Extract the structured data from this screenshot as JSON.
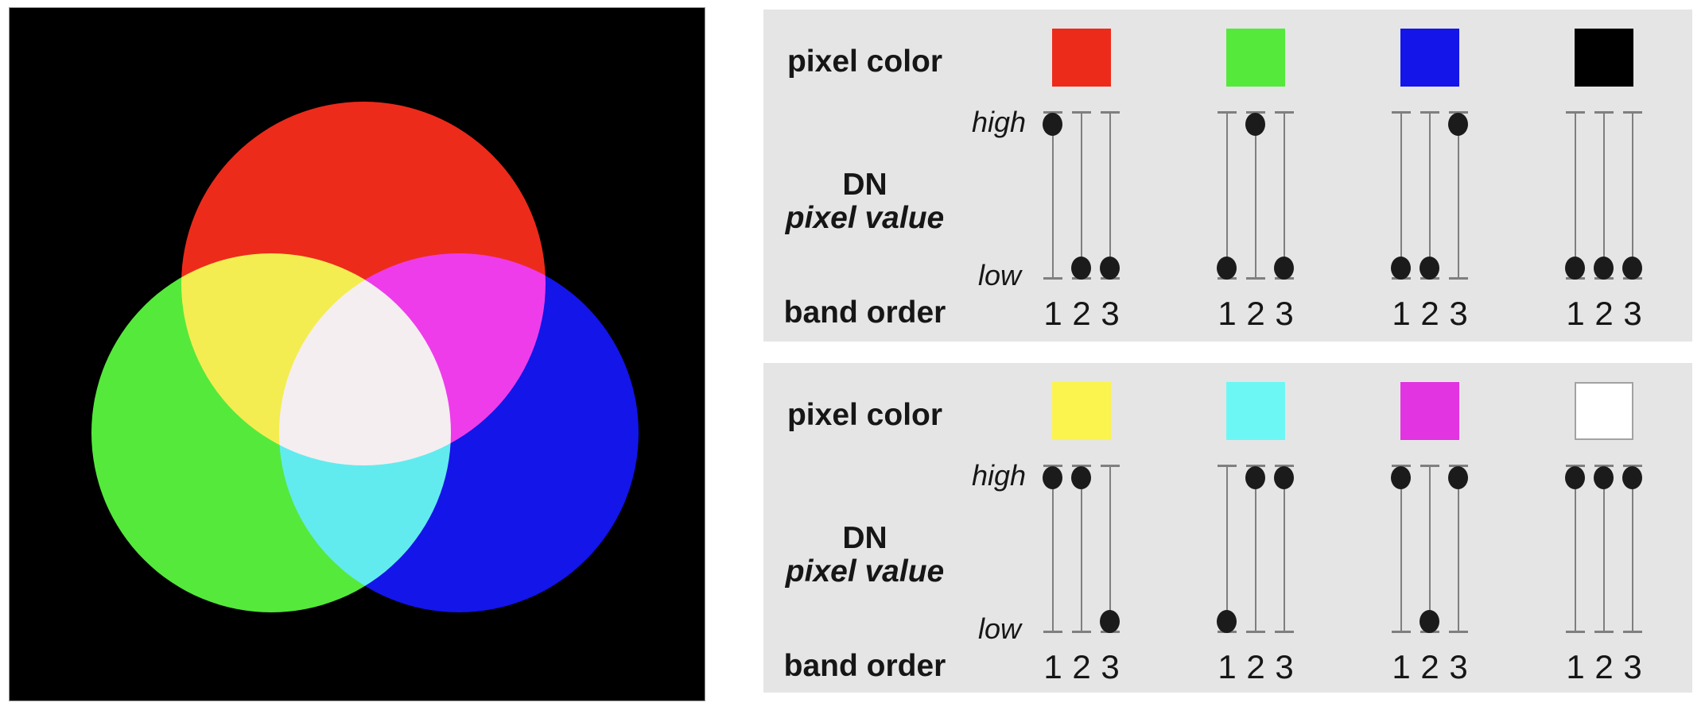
{
  "figure": {
    "background": "#ffffff",
    "panel_background": "#e5e5e5",
    "line_color": "#7f7f7f",
    "dot_color": "#1b1b1b"
  },
  "venn": {
    "background": "#000000",
    "red": "#ed2b1b",
    "green": "#55e93c",
    "blue": "#1315e9"
  },
  "panels": [
    {
      "name": "primary-colors",
      "labels": {
        "pixel_color": "pixel color",
        "high": "high",
        "dn": "DN",
        "pixel_value": "pixel value",
        "low": "low",
        "band_order": "band order"
      },
      "columns": [
        {
          "color_name": "red",
          "color": "#ed2b1b",
          "bands": [
            {
              "order": "1",
              "level": "high"
            },
            {
              "order": "2",
              "level": "low"
            },
            {
              "order": "3",
              "level": "low"
            }
          ]
        },
        {
          "color_name": "green",
          "color": "#55e93c",
          "bands": [
            {
              "order": "1",
              "level": "low"
            },
            {
              "order": "2",
              "level": "high"
            },
            {
              "order": "3",
              "level": "low"
            }
          ]
        },
        {
          "color_name": "blue",
          "color": "#1315e9",
          "bands": [
            {
              "order": "1",
              "level": "low"
            },
            {
              "order": "2",
              "level": "low"
            },
            {
              "order": "3",
              "level": "high"
            }
          ]
        },
        {
          "color_name": "black",
          "color": "#000000",
          "bands": [
            {
              "order": "1",
              "level": "low"
            },
            {
              "order": "2",
              "level": "low"
            },
            {
              "order": "3",
              "level": "low"
            }
          ]
        }
      ]
    },
    {
      "name": "secondary-colors",
      "labels": {
        "pixel_color": "pixel color",
        "high": "high",
        "dn": "DN",
        "pixel_value": "pixel value",
        "low": "low",
        "band_order": "band order"
      },
      "columns": [
        {
          "color_name": "yellow",
          "color": "#fbf44e",
          "bands": [
            {
              "order": "1",
              "level": "high"
            },
            {
              "order": "2",
              "level": "high"
            },
            {
              "order": "3",
              "level": "low"
            }
          ]
        },
        {
          "color_name": "cyan",
          "color": "#6cf7f5",
          "bands": [
            {
              "order": "1",
              "level": "low"
            },
            {
              "order": "2",
              "level": "high"
            },
            {
              "order": "3",
              "level": "high"
            }
          ]
        },
        {
          "color_name": "magenta",
          "color": "#e234e0",
          "bands": [
            {
              "order": "1",
              "level": "high"
            },
            {
              "order": "2",
              "level": "low"
            },
            {
              "order": "3",
              "level": "high"
            }
          ]
        },
        {
          "color_name": "white",
          "color": "#ffffff",
          "outlined": true,
          "bands": [
            {
              "order": "1",
              "level": "high"
            },
            {
              "order": "2",
              "level": "high"
            },
            {
              "order": "3",
              "level": "high"
            }
          ]
        }
      ]
    }
  ]
}
